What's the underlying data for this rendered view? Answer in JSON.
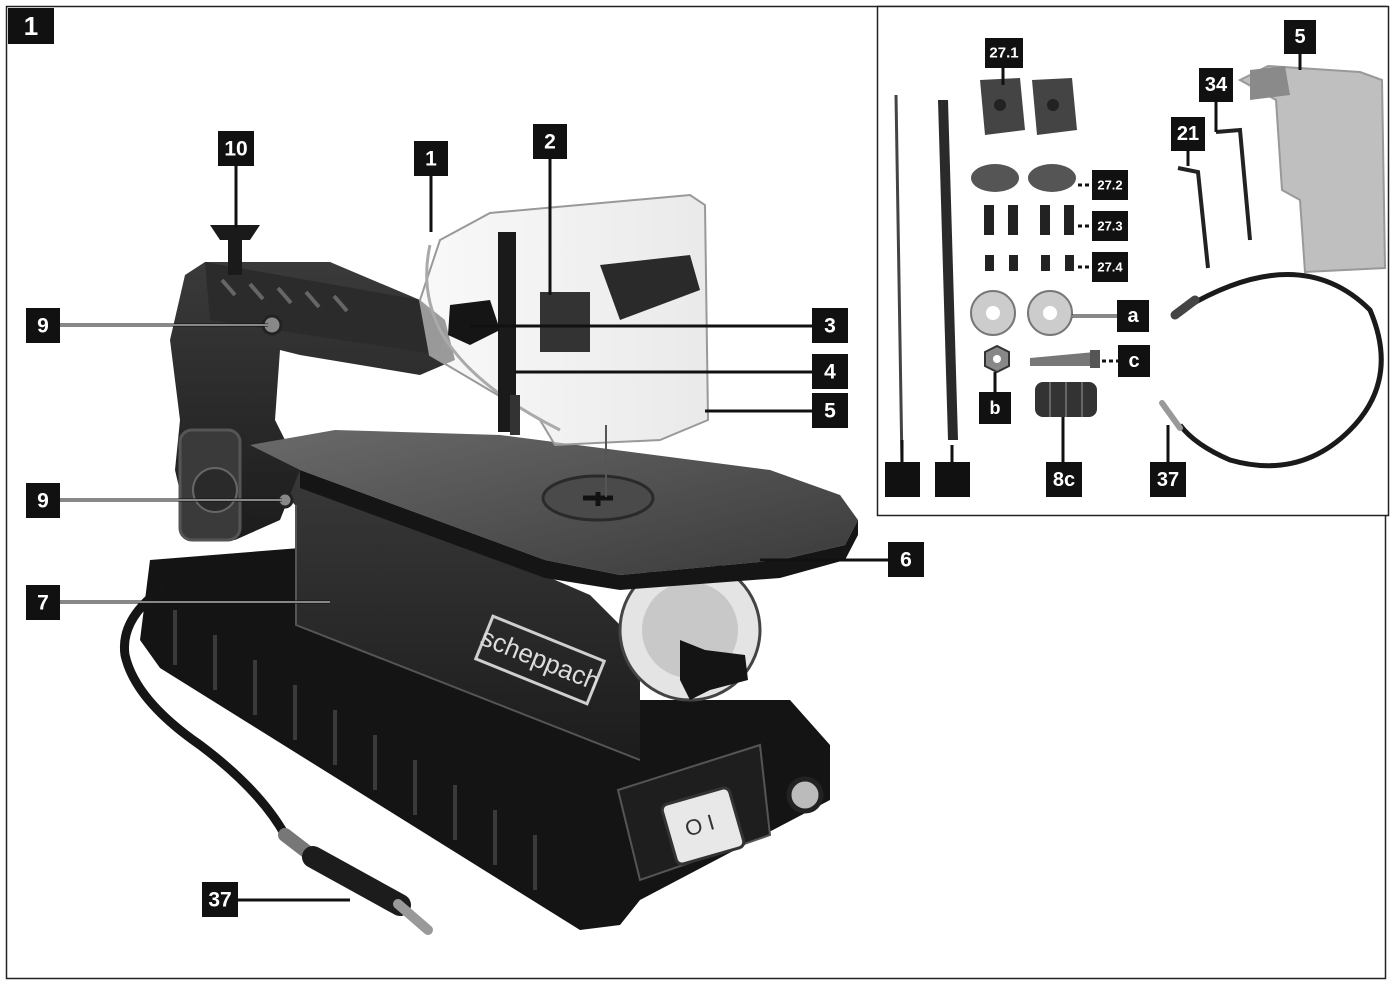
{
  "figure_number": "1",
  "brand_logo": "scheppach",
  "main_callouts": [
    {
      "id": "10",
      "label": "10"
    },
    {
      "id": "1",
      "label": "1"
    },
    {
      "id": "2",
      "label": "2"
    },
    {
      "id": "3",
      "label": "3"
    },
    {
      "id": "4",
      "label": "4"
    },
    {
      "id": "5",
      "label": "5"
    },
    {
      "id": "9a",
      "label": "9"
    },
    {
      "id": "9b",
      "label": "9"
    },
    {
      "id": "6",
      "label": "6"
    },
    {
      "id": "7",
      "label": "7"
    },
    {
      "id": "37",
      "label": "37"
    }
  ],
  "inset_callouts": [
    {
      "id": "27.1",
      "label": "27.1"
    },
    {
      "id": "27.2",
      "label": "27.2"
    },
    {
      "id": "27.3",
      "label": "27.3"
    },
    {
      "id": "27.4",
      "label": "27.4"
    },
    {
      "id": "a",
      "label": "a"
    },
    {
      "id": "b",
      "label": "b"
    },
    {
      "id": "c",
      "label": "c"
    },
    {
      "id": "8c",
      "label": "8c"
    },
    {
      "id": "37",
      "label": "37"
    },
    {
      "id": "21",
      "label": "21"
    },
    {
      "id": "34",
      "label": "34"
    },
    {
      "id": "5",
      "label": "5"
    },
    {
      "id": "blank1",
      "label": ""
    },
    {
      "id": "blank2",
      "label": ""
    }
  ]
}
